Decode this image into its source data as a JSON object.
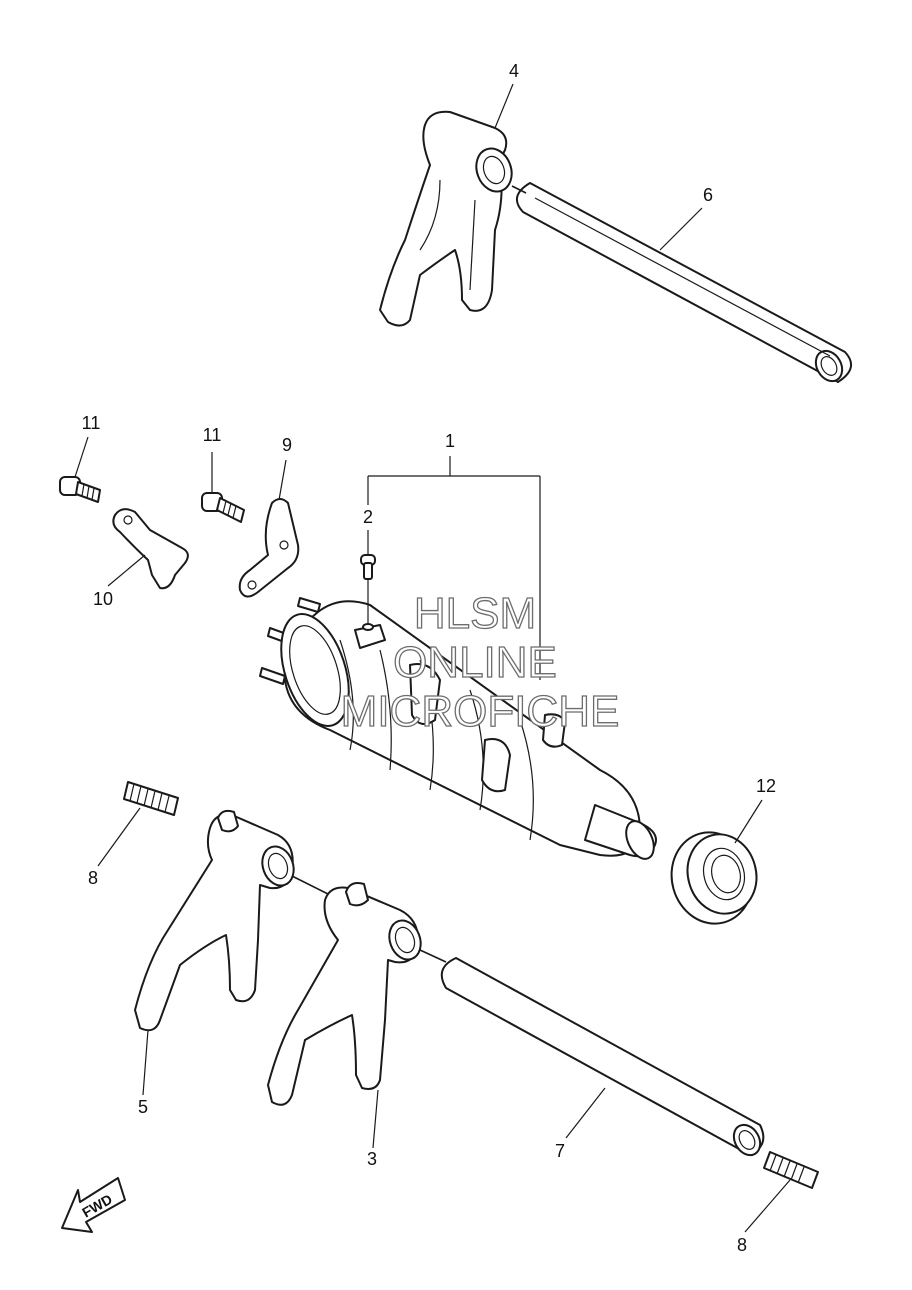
{
  "callouts": {
    "c1": "1",
    "c2": "2",
    "c3": "3",
    "c4": "4",
    "c5": "5",
    "c6": "6",
    "c7": "7",
    "c8a": "8",
    "c8b": "8",
    "c9": "9",
    "c10": "10",
    "c11a": "11",
    "c11b": "11",
    "c12": "12"
  },
  "watermark": {
    "line1": "HLSM",
    "line2": "ONLINE",
    "line3": "MICROFICHE"
  },
  "direction_arrow": {
    "label": "FWD"
  }
}
